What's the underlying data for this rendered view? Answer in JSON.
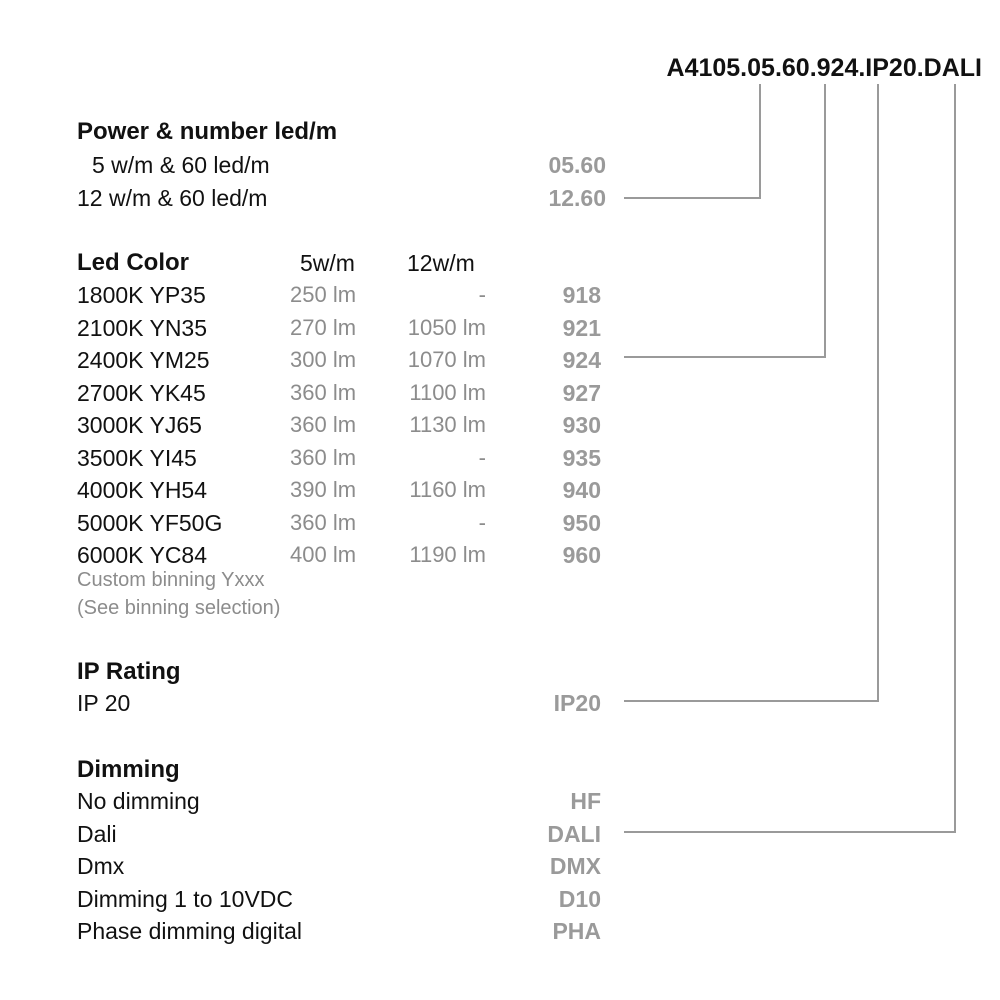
{
  "product_code": "A4105.05.60.924.IP20.DALI",
  "power": {
    "heading": "Power & number led/m",
    "options": [
      {
        "label": "5 w/m & 60 led/m",
        "code": "05.60"
      },
      {
        "label": "12 w/m & 60 led/m",
        "code": "12.60"
      }
    ]
  },
  "led_color": {
    "heading": "Led Color",
    "col_5w": "5w/m",
    "col_12w": "12w/m",
    "rows": [
      {
        "label": "1800K YP35",
        "lm_5w": "250 lm",
        "lm_12w": "-",
        "code": "918"
      },
      {
        "label": "2100K YN35",
        "lm_5w": "270 lm",
        "lm_12w": "1050 lm",
        "code": "921"
      },
      {
        "label": "2400K YM25",
        "lm_5w": "300 lm",
        "lm_12w": "1070 lm",
        "code": "924"
      },
      {
        "label": "2700K YK45",
        "lm_5w": "360 lm",
        "lm_12w": "1100 lm",
        "code": "927"
      },
      {
        "label": "3000K YJ65",
        "lm_5w": "360 lm",
        "lm_12w": "1130 lm",
        "code": "930"
      },
      {
        "label": "3500K YI45",
        "lm_5w": "360 lm",
        "lm_12w": "-",
        "code": "935"
      },
      {
        "label": "4000K YH54",
        "lm_5w": "390 lm",
        "lm_12w": "1160 lm",
        "code": "940"
      },
      {
        "label": "5000K YF50G",
        "lm_5w": "360 lm",
        "lm_12w": "-",
        "code": "950"
      },
      {
        "label": "6000K YC84",
        "lm_5w": "400 lm",
        "lm_12w": "1190 lm",
        "code": "960"
      }
    ],
    "note_1": "Custom binning Yxxx",
    "note_2": "(See binning selection)"
  },
  "ip_rating": {
    "heading": "IP Rating",
    "options": [
      {
        "label": "IP 20",
        "code": "IP20"
      }
    ]
  },
  "dimming": {
    "heading": "Dimming",
    "options": [
      {
        "label": "No dimming",
        "code": "HF"
      },
      {
        "label": "Dali",
        "code": "DALI"
      },
      {
        "label": "Dmx",
        "code": "DMX"
      },
      {
        "label": "Dimming 1 to 10VDC",
        "code": "D10"
      },
      {
        "label": "Phase dimming digital",
        "code": "PHA"
      }
    ]
  },
  "colors": {
    "text": "#111111",
    "muted_text": "#8c8c8c",
    "code_text": "#9a9a9a",
    "connector_line": "#9a9a9a"
  }
}
